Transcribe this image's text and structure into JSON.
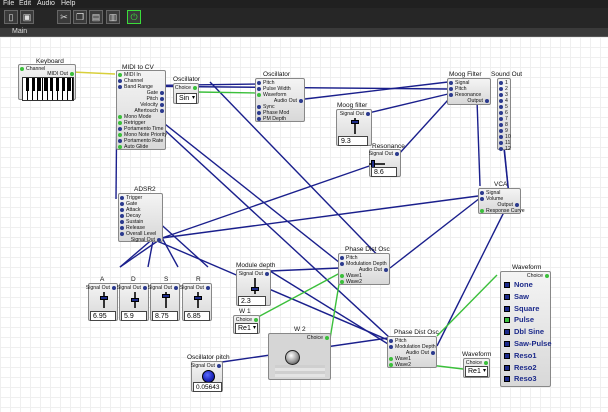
{
  "menu": {
    "file": "File",
    "edit": "Edit",
    "audio": "Audio",
    "help": "Help"
  },
  "toolbar": {
    "new_icon": "new-file-icon",
    "save_icon": "save-icon",
    "cut_icon": "cut-icon",
    "copy_icon": "copy-icon",
    "paste_icon": "paste-icon",
    "delete_icon": "delete-icon",
    "power_icon": "power-icon"
  },
  "tab": {
    "label": "Main"
  },
  "keyboard": {
    "title": "Keyboard",
    "channel": "Channel",
    "midi_out": "MIDI Out"
  },
  "midi_to_cv": {
    "title": "MIDI to CV",
    "in": [
      "MIDI In",
      "Channel",
      "Band Range"
    ],
    "out": [
      "Gate",
      "Pitch",
      "Velocity",
      "Aftertouch"
    ],
    "in2": [
      "Mono Mode",
      "Retrigger",
      "Portamento Time",
      "Mono Note Priority",
      "Portamento Rate",
      "Auto Glide"
    ]
  },
  "oscillator_choice": {
    "title": "Oscillator",
    "choice": "Choice",
    "value": "Sin"
  },
  "oscillator": {
    "title": "Oscillator",
    "in": [
      "Pitch",
      "Pulse Width",
      "Waveform"
    ],
    "out": "Audio Out",
    "in2": [
      "Sync",
      "Phase Mod",
      "PM Depth"
    ]
  },
  "moog_filter_ctrl": {
    "title": "Moog filter",
    "signal_out": "Signal Out",
    "value": "9.3"
  },
  "resonance": {
    "title": "Resonance",
    "signal_out": "Signal Out",
    "value": "8.6"
  },
  "moog_filter": {
    "title": "Moog Filter",
    "in": [
      "Signal",
      "Pitch",
      "Resonance"
    ],
    "out": "Output"
  },
  "sound_out": {
    "title": "Sound Out",
    "channels": [
      "1",
      "2",
      "3",
      "4",
      "5",
      "6",
      "7",
      "8",
      "9",
      "10",
      "11",
      "12"
    ]
  },
  "vca": {
    "title": "VCA",
    "in": [
      "Signal",
      "Volume"
    ],
    "out": "Output",
    "in2": "Response Curve"
  },
  "adsr": {
    "title": "ADSR2",
    "in": [
      "Trigger",
      "Gate",
      "Attack",
      "Decay",
      "Sustain",
      "Release",
      "Overall Level"
    ],
    "out": "Signal Out"
  },
  "adsr_sliders": [
    {
      "label": "A",
      "signal_out": "Signal Out",
      "value": "6.95"
    },
    {
      "label": "D",
      "signal_out": "Signal Out",
      "value": "5.9"
    },
    {
      "label": "S",
      "signal_out": "Signal Out",
      "value": "8.75"
    },
    {
      "label": "R",
      "signal_out": "Signal Out",
      "value": "6.85"
    }
  ],
  "module_depth": {
    "title": "Module depth",
    "signal_out": "Signal Out",
    "value": "2.3"
  },
  "w1": {
    "title": "W 1",
    "choice": "Choice",
    "value": "Re1"
  },
  "phase_dist_1": {
    "title": "Phase Dist Osc",
    "in": [
      "Pitch",
      "Modulation Depth"
    ],
    "out": "Audio Out",
    "in2": [
      "Wave1",
      "Wave2"
    ]
  },
  "w2": {
    "title": "W 2",
    "choice": "Choice"
  },
  "osc_pitch": {
    "title": "Oscillator pitch",
    "signal_out": "Signal Out",
    "value": "0.05643"
  },
  "phase_dist_2": {
    "title": "Phase Dist Osc",
    "in": [
      "Pitch",
      "Modulation Depth"
    ],
    "out": "Audio Out",
    "in2": [
      "Wave1",
      "Wave2"
    ]
  },
  "waveform_choice": {
    "title": "Waveform",
    "choice": "Choice",
    "value": "Re1"
  },
  "waveform_list": {
    "title": "Waveform",
    "choice": "Choice",
    "items": [
      "None",
      "Saw",
      "Square",
      "Pulse",
      "Dbl Sine",
      "Saw-Pulse",
      "Reso1",
      "Reso2",
      "Reso3"
    ],
    "selected": "Pulse"
  },
  "colors": {
    "wire": "#1a1f8c",
    "wire_green": "#3bbf3b",
    "canvas": "#ffffff",
    "chrome": "#262626"
  }
}
